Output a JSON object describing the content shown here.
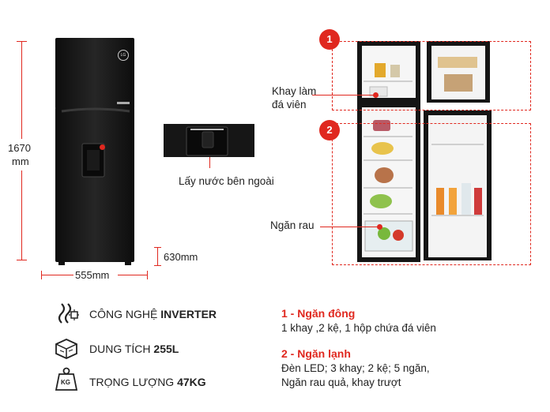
{
  "dimensions": {
    "height_value": "1670",
    "height_unit": "mm",
    "width": "555mm",
    "depth": "630mm"
  },
  "fridge_logo": "LG",
  "callouts": {
    "dispenser": "Lấy nước bên ngoài",
    "ice_tray_line1": "Khay làm",
    "ice_tray_line2": "đá viên",
    "veg_drawer": "Ngăn rau"
  },
  "markers": {
    "freezer": "1",
    "fridge": "2"
  },
  "specs": [
    {
      "label": "CÔNG NGHỆ ",
      "value": "INVERTER",
      "icon": "inverter-chip-icon"
    },
    {
      "label": "DUNG TÍCH ",
      "value": "255L",
      "icon": "capacity-box-icon"
    },
    {
      "label": "TRỌNG LƯỢNG ",
      "value": "47KG",
      "icon": "weight-kg-icon"
    }
  ],
  "weight_icon_text": "KG",
  "compartments": [
    {
      "title": "1 - Ngăn đông",
      "line1": "1 khay ,2 kệ, 1 hộp chứa đá viên",
      "line2": ""
    },
    {
      "title": "2 - Ngăn lạnh",
      "line1": "Đèn LED; 3 khay; 2 kệ; 5 ngăn,",
      "line2": "Ngăn rau quả, khay trượt"
    }
  ],
  "colors": {
    "accent": "#e0281f",
    "fridge_body": "#151515",
    "dimension_line": "#e0281f"
  }
}
